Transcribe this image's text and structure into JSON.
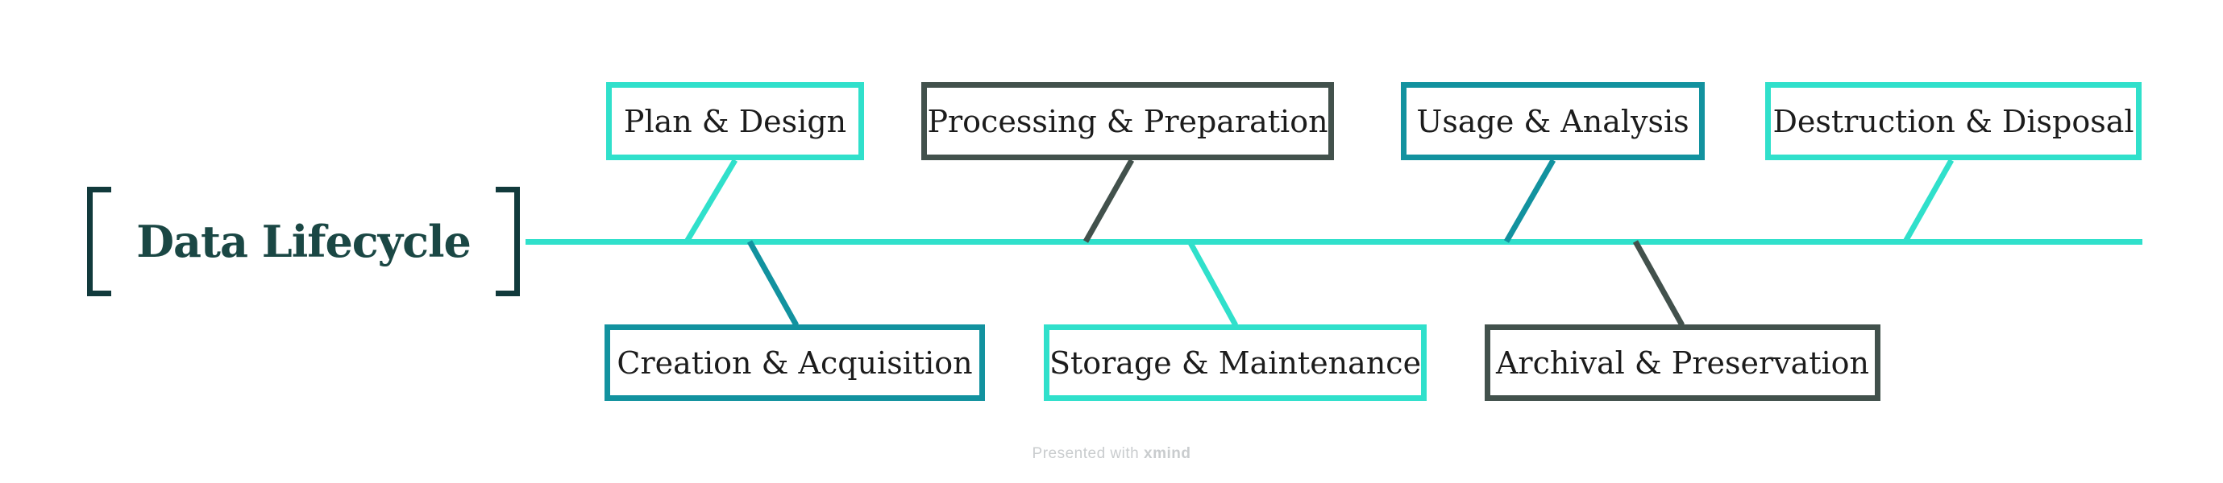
{
  "diagram": {
    "title": "Data Lifecycle",
    "layout": "fishbone"
  },
  "topics": [
    {
      "label": "Plan & Design",
      "row": "top",
      "color": "#30e0cb"
    },
    {
      "label": "Processing & Preparation",
      "row": "top",
      "color": "#42514c"
    },
    {
      "label": "Usage & Analysis",
      "row": "top",
      "color": "#12929f"
    },
    {
      "label": "Destruction & Disposal",
      "row": "top",
      "color": "#30e0cb"
    },
    {
      "label": "Creation & Acquisition",
      "row": "bottom",
      "color": "#12929f"
    },
    {
      "label": "Storage & Maintenance",
      "row": "bottom",
      "color": "#30e0cb"
    },
    {
      "label": "Archival & Preservation",
      "row": "bottom",
      "color": "#42514c"
    }
  ],
  "watermark": {
    "prefix": "Presented with",
    "brand": "xmind"
  },
  "colors": {
    "background": "#ffffff",
    "accent_bright_teal": "#30e0cb",
    "accent_dark_teal": "#12929f",
    "accent_slate": "#42514c",
    "title_ink": "#1a4744",
    "bracket_ink": "#113a3c",
    "topic_text": "#1c1c1c",
    "watermark_gray": "#c9ccce"
  }
}
